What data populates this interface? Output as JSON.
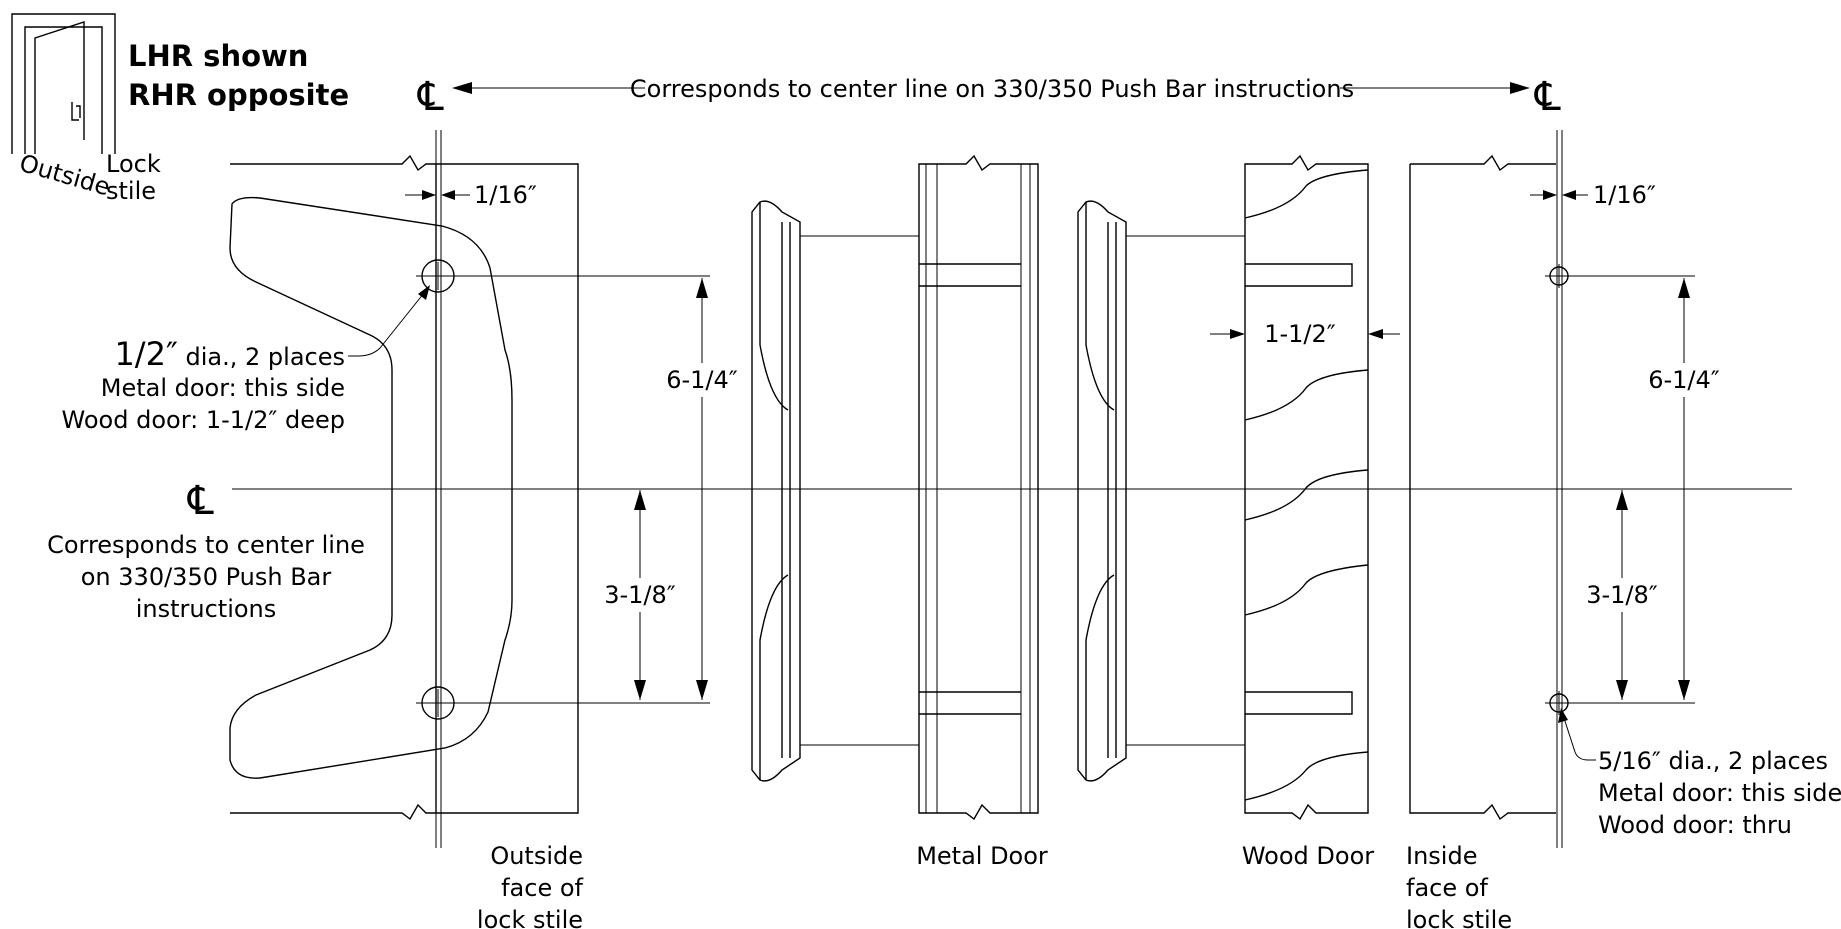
{
  "handing": {
    "line1": "LHR shown",
    "line2": "RHR opposite",
    "outside_label": "Outside",
    "lock_label": "Lock",
    "stile_label": "stile"
  },
  "centerline_symbol": "℄",
  "top_note": "Corresponds to center line on 330/350 Push Bar instructions",
  "left_note": {
    "line1": "Corresponds to center line",
    "line2": "on 330/350 Push Bar",
    "line3": "instructions"
  },
  "outside_view": {
    "offset": "1/16″",
    "hole_note_fraction": "1/2″",
    "hole_note_rest": " dia., 2 places",
    "metal": "Metal door: this side",
    "wood": "Wood door: 1-1/2″ deep",
    "spacing": "6-1/4″",
    "half_spacing": "3-1/8″",
    "caption1": "Outside",
    "caption2": "face of",
    "caption3": "lock stile"
  },
  "metal_caption": "Metal Door",
  "wood_view": {
    "depth": "1-1/2″",
    "caption": "Wood Door"
  },
  "inside_view": {
    "offset": "1/16″",
    "spacing": "6-1/4″",
    "half_spacing": "3-1/8″",
    "hole_note": "5/16″ dia., 2 places",
    "metal": "Metal door: this side",
    "wood": "Wood door: thru",
    "caption1": "Inside",
    "caption2": "face of",
    "caption3": "lock stile"
  }
}
